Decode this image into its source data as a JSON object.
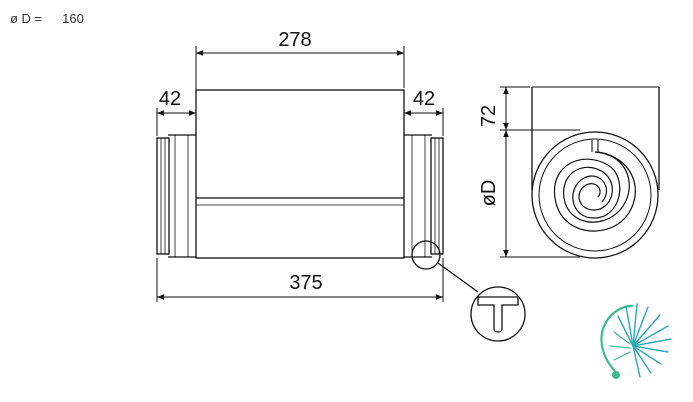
{
  "spec": {
    "label": "ø D =",
    "value": "160"
  },
  "dimensions": {
    "top_width": "278",
    "left_collar": "42",
    "right_collar": "42",
    "overall_length": "375",
    "box_height": "72",
    "diameter": "øD"
  },
  "colors": {
    "line": "#111111",
    "logo_green": "#3dbb8f",
    "logo_teal": "#2aa9b5"
  }
}
